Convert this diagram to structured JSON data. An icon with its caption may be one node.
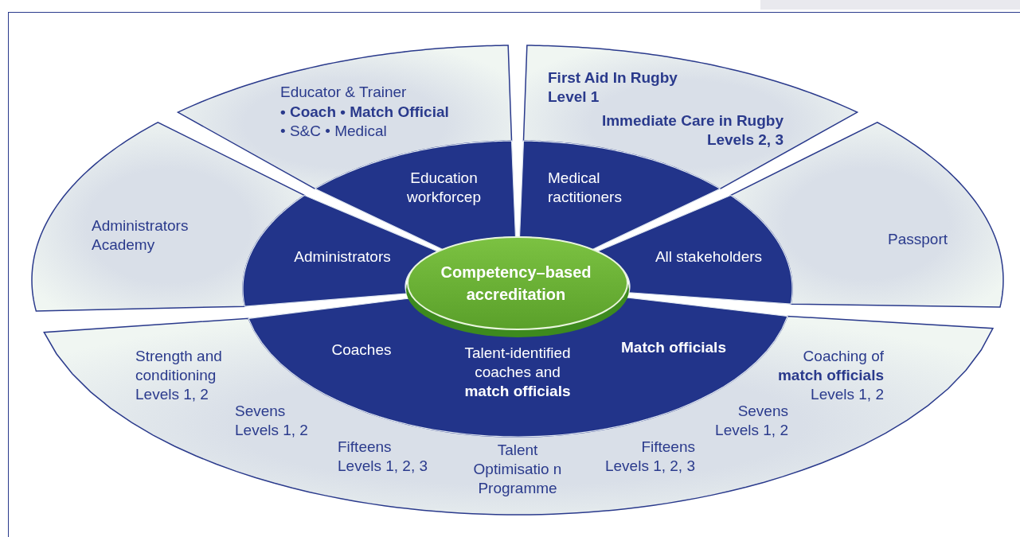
{
  "diagram": {
    "nodes": [
      {
        "text": [
          "Administrators Academy"
        ]
      },
      {
        "text": [
          "Educator & Trainer",
          "**• Coach • Match Official** • S&C • Medical"
        ]
      },
      {
        "text": [
          "First Aid In Rugby Level 1",
          "Immediate Care in Rugby Levels 2, 3"
        ]
      },
      {
        "text": [
          "Passport"
        ]
      },
      {
        "text": [
          "Strength and conditioning Levels 1, 2",
          "Sevens Levels 1, 2",
          "Fifteens Levels 1, 2, 3",
          "Talent Optimisatio n Programme",
          "Fifteens Levels 1, 2, 3",
          "Sevens Levels 1, 2",
          "Coaching of **match officials** Levels 1, 2"
        ]
      },
      {
        "text": [
          "Administrators"
        ]
      },
      {
        "text": [
          "Education workforcep"
        ]
      },
      {
        "text": [
          "Medical ractitioners"
        ]
      },
      {
        "text": [
          "All stakeholders"
        ]
      },
      {
        "text": [
          "Coaches",
          "Talent-identified coaches and **match officials**",
          "Match officials"
        ]
      },
      {
        "text": [
          "Competency–based accreditation"
        ]
      }
    ]
  }
}
